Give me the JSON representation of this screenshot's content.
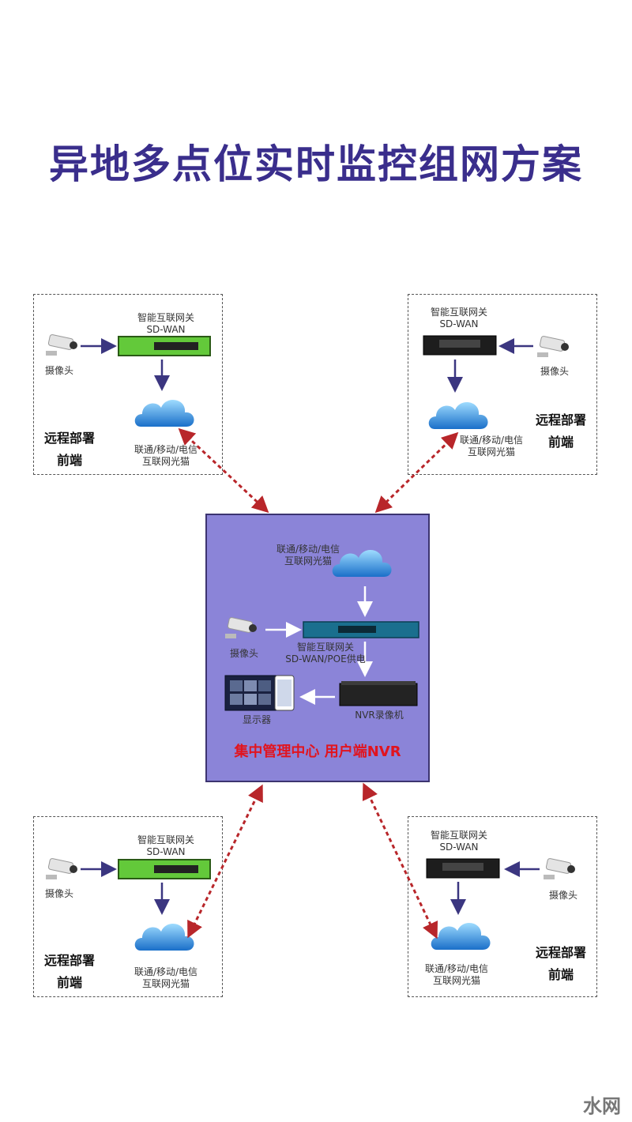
{
  "title": "异地多点位实时监控组网方案",
  "labels": {
    "gateway": "智能互联网关",
    "sdwan": "SD-WAN",
    "camera": "摄像头",
    "isp": "联通/移动/电信",
    "modem": "互联网光猫",
    "remote_line1": "远程部署",
    "remote_line2": "前端"
  },
  "center": {
    "isp": "联通/移动/电信",
    "modem": "互联网光猫",
    "camera": "摄像头",
    "gateway": "智能互联网关",
    "gateway_sub": "SD-WAN/POE供电",
    "display": "显示器",
    "nvr": "NVR录像机",
    "banner": "集中管理中心   用户端NVR"
  },
  "watermark": "水网",
  "colors": {
    "title": "#3a2e8c",
    "center_bg": "#8b84d8",
    "arrow": "#3b3680",
    "link": "#b8262a",
    "banner": "#e1141e",
    "cloud": "#2a8fe0"
  }
}
